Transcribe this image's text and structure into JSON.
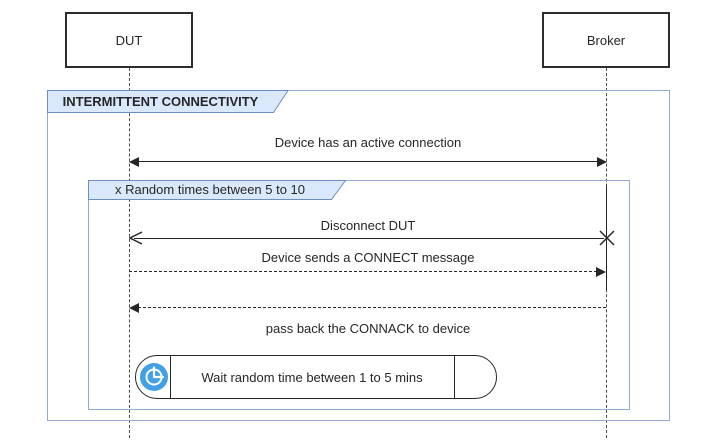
{
  "actors": [
    {
      "name": "DUT"
    },
    {
      "name": "Broker"
    }
  ],
  "frames": {
    "outer": {
      "label": "INTERMITTENT CONNECTIVITY"
    },
    "loop": {
      "label": "x Random times between 5 to 10"
    }
  },
  "messages": {
    "active_connection": "Device has an active connection",
    "disconnect": "Disconnect DUT",
    "connect": "Device sends a CONNECT message",
    "connack": "pass back the CONNACK to device",
    "wait": "Wait random time between 1 to 5 mins"
  },
  "icons": {
    "wait_icon": "clock-icon",
    "lost_message_icon": "x-cross-icon"
  },
  "colors": {
    "frame_fill": "#dae8fc",
    "frame_tab_stroke": "#6c8ebf",
    "frame_body_stroke": "#94abd1",
    "clock_blue": "#41a0e6",
    "line": "#262626"
  }
}
